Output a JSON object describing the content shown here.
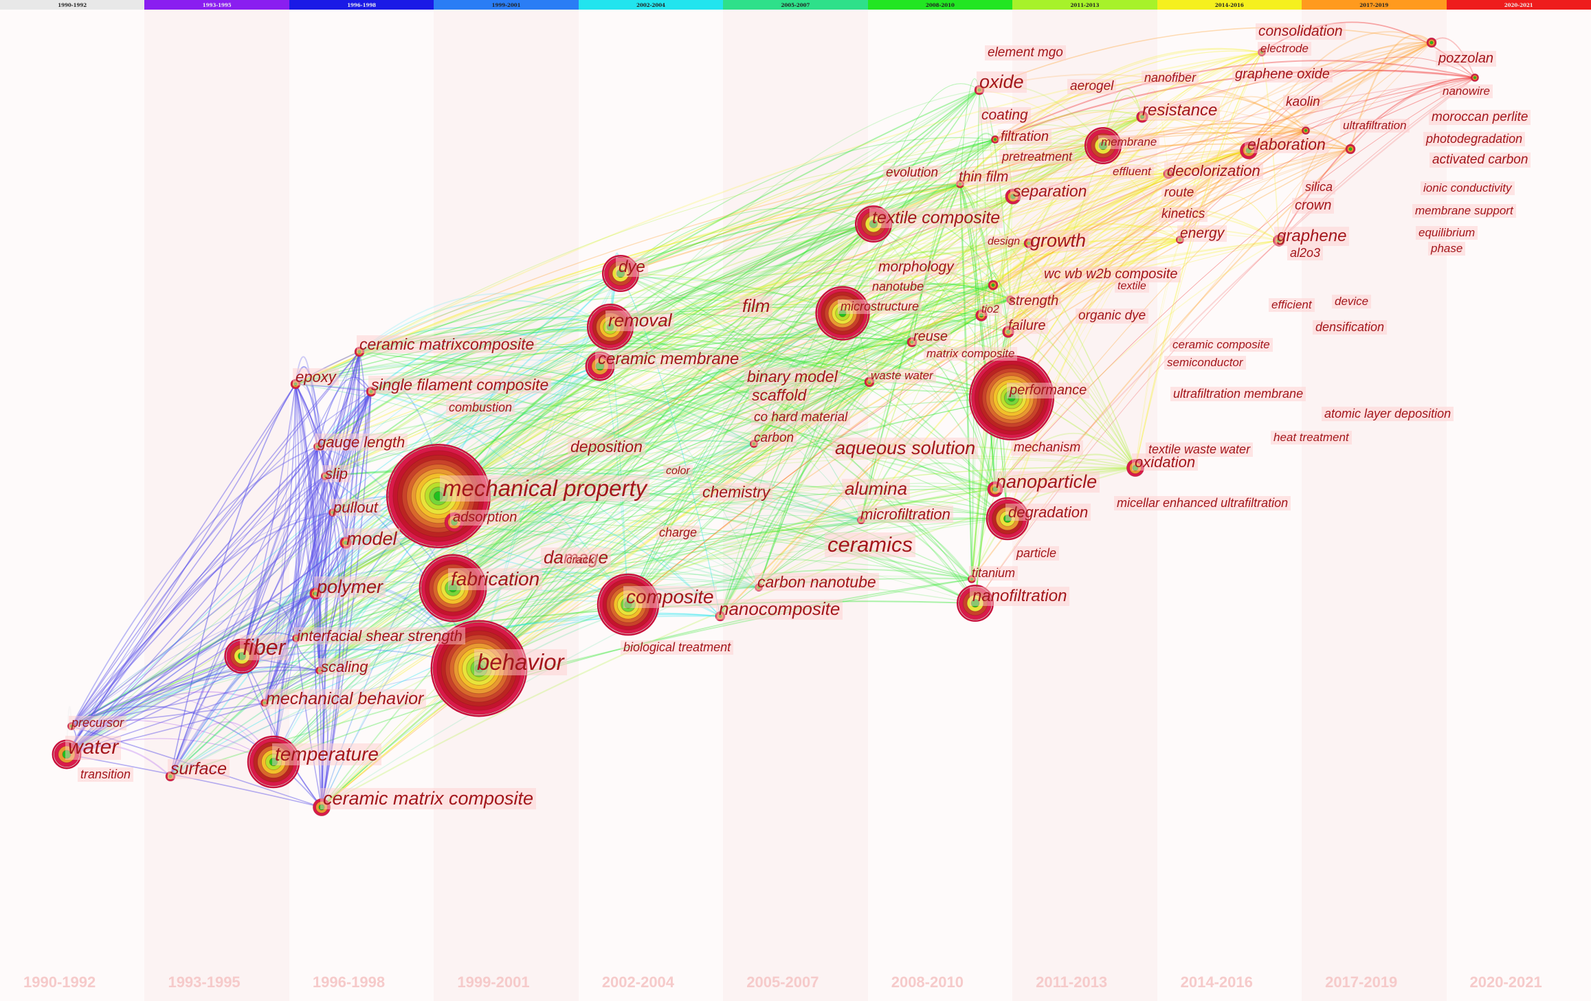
{
  "timeline": {
    "periods": [
      "1990-1992",
      "1993-1995",
      "1996-1998",
      "1999-2001",
      "2002-2004",
      "2005-2007",
      "2008-2010",
      "2011-2013",
      "2014-2016",
      "2017-2019",
      "2020-2021"
    ],
    "colors": [
      "#e8e8e8",
      "#8a1ef0",
      "#1a1ae6",
      "#2a7df5",
      "#22e4ee",
      "#2ee08a",
      "#22e622",
      "#a7f22a",
      "#f5f01e",
      "#ff9a1e",
      "#ee1c1c"
    ]
  },
  "nodes": [
    {
      "label": "mechanical property",
      "size": 52
    },
    {
      "label": "behavior",
      "size": 48
    },
    {
      "label": "performance",
      "size": 42
    },
    {
      "label": "fabrication",
      "size": 33
    },
    {
      "label": "composite",
      "size": 30
    },
    {
      "label": "removal",
      "size": 22
    },
    {
      "label": "microstructure",
      "size": 26
    },
    {
      "label": "temperature",
      "size": 25
    },
    {
      "label": "degradation",
      "size": 20
    },
    {
      "label": "fiber",
      "size": 16
    },
    {
      "label": "nanofiltration",
      "size": 17
    },
    {
      "label": "dye",
      "size": 17
    },
    {
      "label": "membrane",
      "size": 17
    },
    {
      "label": "textile composite",
      "size": 17
    },
    {
      "label": "water",
      "size": 13
    },
    {
      "label": "ceramic membrane",
      "size": 13
    },
    {
      "label": "adsorption",
      "size": 10
    },
    {
      "label": "elaboration",
      "size": 9
    },
    {
      "label": "ceramic matrix composite",
      "size": 9
    },
    {
      "label": "nanoparticle",
      "size": 8
    },
    {
      "label": "oxidation",
      "size": 9
    },
    {
      "label": "separation",
      "size": 8
    },
    {
      "label": "polymer",
      "size": 6
    },
    {
      "label": "model",
      "size": 6
    },
    {
      "label": "surface",
      "size": 5
    },
    {
      "label": "nanocomposite",
      "size": 5
    },
    {
      "label": "carbon nanotube",
      "size": 4
    },
    {
      "label": "oxide",
      "size": 5
    },
    {
      "label": "resistance",
      "size": 6
    },
    {
      "label": "graphene",
      "size": 6
    },
    {
      "label": "growth",
      "size": 5
    },
    {
      "label": "failure",
      "size": 6
    },
    {
      "label": "tio2",
      "size": 6
    },
    {
      "label": "reuse",
      "size": 5
    },
    {
      "label": "epoxy",
      "size": 5
    },
    {
      "label": "ceramic matrixcomposite",
      "size": 5
    },
    {
      "label": "single filament composite",
      "size": 5
    },
    {
      "label": "gauge length",
      "size": 4
    },
    {
      "label": "slip",
      "size": 4
    },
    {
      "label": "pullout",
      "size": 4
    },
    {
      "label": "interfacial shear strength",
      "size": 4
    },
    {
      "label": "scaling",
      "size": 4
    },
    {
      "label": "mechanical behavior",
      "size": 4
    },
    {
      "label": "precursor",
      "size": 4
    },
    {
      "label": "microfiltration",
      "size": 4
    },
    {
      "label": "carbon",
      "size": 4
    },
    {
      "label": "consolidation",
      "size": 4
    },
    {
      "label": "pozzolan",
      "size": 5
    },
    {
      "label": "thin film",
      "size": 4
    },
    {
      "label": "waste water",
      "size": 5
    },
    {
      "label": "decolorization",
      "size": 5
    },
    {
      "label": "energy",
      "size": 4
    },
    {
      "label": "coating",
      "size": 4
    },
    {
      "label": "morphology",
      "size": 5
    },
    {
      "label": "nanowire",
      "size": 4
    },
    {
      "label": "ultrafiltration",
      "size": 5
    },
    {
      "label": "strength",
      "size": 4
    },
    {
      "label": "titanium",
      "size": 4
    },
    {
      "label": "kaolin",
      "size": 4
    }
  ],
  "labels": [
    {
      "t": "mechanical property",
      "s": 33
    },
    {
      "t": "adsorption",
      "s": 20
    },
    {
      "t": "behavior",
      "s": 33
    },
    {
      "t": "fabrication",
      "s": 28
    },
    {
      "t": "composite",
      "s": 28
    },
    {
      "t": "performance",
      "s": 20
    },
    {
      "t": "removal",
      "s": 26
    },
    {
      "t": "dye",
      "s": 24
    },
    {
      "t": "microstructure",
      "s": 18
    },
    {
      "t": "temperature",
      "s": 28
    },
    {
      "t": "water",
      "s": 30
    },
    {
      "t": "fiber",
      "s": 32
    },
    {
      "t": "degradation",
      "s": 22
    },
    {
      "t": "nanofiltration",
      "s": 24
    },
    {
      "t": "ceramic membrane",
      "s": 24
    },
    {
      "t": "textile composite",
      "s": 25
    },
    {
      "t": "membrane",
      "s": 17
    },
    {
      "t": "ceramic matrix composite",
      "s": 27
    },
    {
      "t": "ceramics",
      "s": 31
    },
    {
      "t": "aqueous solution",
      "s": 27
    },
    {
      "t": "alumina",
      "s": 26
    },
    {
      "t": "nanoparticle",
      "s": 27
    },
    {
      "t": "nanocomposite",
      "s": 26
    },
    {
      "t": "carbon nanotube",
      "s": 23
    },
    {
      "t": "chemistry",
      "s": 23
    },
    {
      "t": "deposition",
      "s": 23
    },
    {
      "t": "damage",
      "s": 26
    },
    {
      "t": "crack",
      "s": 17
    },
    {
      "t": "charge",
      "s": 18
    },
    {
      "t": "color",
      "s": 16
    },
    {
      "t": "biological treatment",
      "s": 18
    },
    {
      "t": "polymer",
      "s": 27
    },
    {
      "t": "model",
      "s": 27
    },
    {
      "t": "interfacial shear strength",
      "s": 22
    },
    {
      "t": "scaling",
      "s": 22
    },
    {
      "t": "mechanical behavior",
      "s": 25
    },
    {
      "t": "surface",
      "s": 25
    },
    {
      "t": "precursor",
      "s": 18
    },
    {
      "t": "transition",
      "s": 18
    },
    {
      "t": "slip",
      "s": 22
    },
    {
      "t": "pullout",
      "s": 22
    },
    {
      "t": "gauge length",
      "s": 22
    },
    {
      "t": "epoxy",
      "s": 22
    },
    {
      "t": "ceramic matrixcomposite",
      "s": 23
    },
    {
      "t": "single filament composite",
      "s": 23
    },
    {
      "t": "combustion",
      "s": 18
    },
    {
      "t": "film",
      "s": 26
    },
    {
      "t": "binary model",
      "s": 23
    },
    {
      "t": "scaffold",
      "s": 23
    },
    {
      "t": "co hard material",
      "s": 19
    },
    {
      "t": "carbon",
      "s": 19
    },
    {
      "t": "microfiltration",
      "s": 22
    },
    {
      "t": "particle",
      "s": 18
    },
    {
      "t": "titanium",
      "s": 18
    },
    {
      "t": "mechanism",
      "s": 19
    },
    {
      "t": "oxidation",
      "s": 22
    },
    {
      "t": "textile waste water",
      "s": 18
    },
    {
      "t": "micellar enhanced ultrafiltration",
      "s": 18
    },
    {
      "t": "waste water",
      "s": 17
    },
    {
      "t": "matrix composite",
      "s": 17
    },
    {
      "t": "reuse",
      "s": 20
    },
    {
      "t": "failure",
      "s": 20
    },
    {
      "t": "tio2",
      "s": 16
    },
    {
      "t": "strength",
      "s": 20
    },
    {
      "t": "organic dye",
      "s": 19
    },
    {
      "t": "morphology",
      "s": 21
    },
    {
      "t": "nanotube",
      "s": 18
    },
    {
      "t": "wc wb w2b composite",
      "s": 20
    },
    {
      "t": "textile",
      "s": 16
    },
    {
      "t": "design",
      "s": 16
    },
    {
      "t": "growth",
      "s": 27
    },
    {
      "t": "separation",
      "s": 23
    },
    {
      "t": "thin film",
      "s": 21
    },
    {
      "t": "evolution",
      "s": 19
    },
    {
      "t": "filtration",
      "s": 20
    },
    {
      "t": "pretreatment",
      "s": 18
    },
    {
      "t": "coating",
      "s": 21
    },
    {
      "t": "oxide",
      "s": 27
    },
    {
      "t": "aerogel",
      "s": 19
    },
    {
      "t": "element mgo",
      "s": 19
    },
    {
      "t": "effluent",
      "s": 17
    },
    {
      "t": "decolorization",
      "s": 22
    },
    {
      "t": "route",
      "s": 19
    },
    {
      "t": "kinetics",
      "s": 19
    },
    {
      "t": "energy",
      "s": 21
    },
    {
      "t": "resistance",
      "s": 24
    },
    {
      "t": "nanofiber",
      "s": 18
    },
    {
      "t": "graphene oxide",
      "s": 20
    },
    {
      "t": "electrode",
      "s": 17
    },
    {
      "t": "consolidation",
      "s": 21
    },
    {
      "t": "pozzolan",
      "s": 20
    },
    {
      "t": "nanowire",
      "s": 17
    },
    {
      "t": "kaolin",
      "s": 19
    },
    {
      "t": "elaboration",
      "s": 23
    },
    {
      "t": "ultrafiltration",
      "s": 17
    },
    {
      "t": "moroccan perlite",
      "s": 19
    },
    {
      "t": "photodegradation",
      "s": 18
    },
    {
      "t": "activated carbon",
      "s": 19
    },
    {
      "t": "silica",
      "s": 18
    },
    {
      "t": "crown",
      "s": 20
    },
    {
      "t": "ionic conductivity",
      "s": 17
    },
    {
      "t": "membrane support",
      "s": 17
    },
    {
      "t": "equilibrium",
      "s": 17
    },
    {
      "t": "phase",
      "s": 17
    },
    {
      "t": "graphene",
      "s": 24
    },
    {
      "t": "al2o3",
      "s": 18
    },
    {
      "t": "efficient",
      "s": 17
    },
    {
      "t": "device",
      "s": 17
    },
    {
      "t": "densification",
      "s": 18
    },
    {
      "t": "ceramic composite",
      "s": 17
    },
    {
      "t": "semiconductor",
      "s": 17
    },
    {
      "t": "ultrafiltration membrane",
      "s": 18
    },
    {
      "t": "atomic layer deposition",
      "s": 18
    },
    {
      "t": "heat treatment",
      "s": 17
    }
  ]
}
